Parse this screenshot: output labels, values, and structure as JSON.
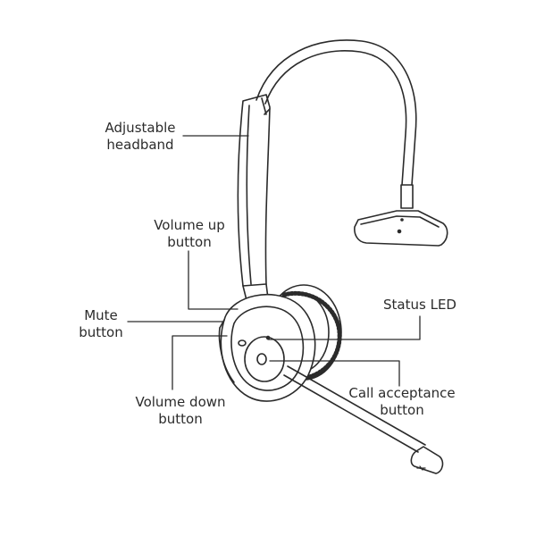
{
  "labels": {
    "headband": {
      "line1": "Adjustable",
      "line2": "headband"
    },
    "volume_up": {
      "line1": "Volume up",
      "line2": "button"
    },
    "mute": {
      "line1": "Mute",
      "line2": "button"
    },
    "status_led": {
      "line1": "Status LED"
    },
    "volume_down": {
      "line1": "Volume down",
      "line2": "button"
    },
    "call_accept": {
      "line1": "Call acceptance",
      "line2": "button"
    }
  },
  "colors": {
    "line": "#2b2b2b",
    "text": "#2b2b2b",
    "background": "#ffffff"
  }
}
